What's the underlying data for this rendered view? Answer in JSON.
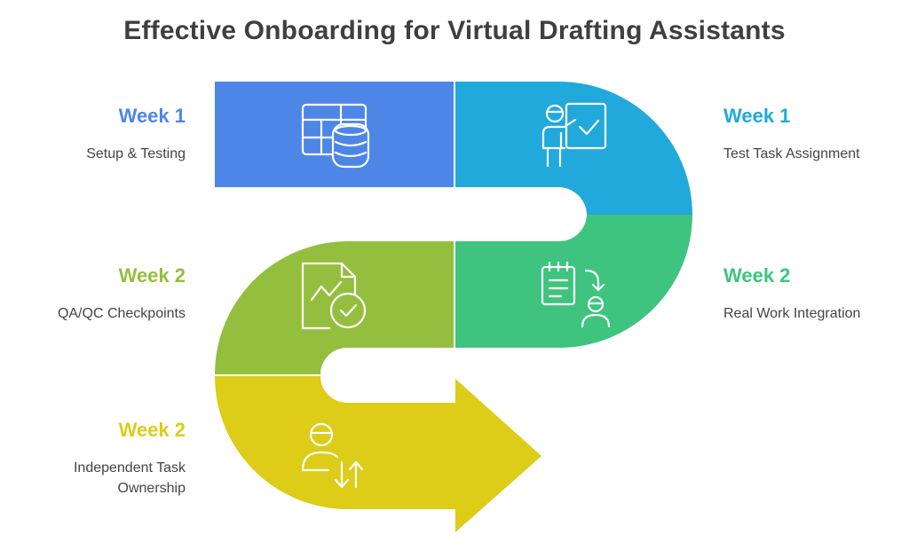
{
  "title": "Effective Onboarding for Virtual Drafting Assistants",
  "colors": {
    "step1": "#4d86e6",
    "step2": "#21a9db",
    "step3": "#3ec47e",
    "step4": "#94bf3e",
    "step5": "#ddcc18",
    "icon": "#ffffff"
  },
  "steps": [
    {
      "week": "Week 1",
      "desc": "Setup & Testing",
      "icon": "table-database-icon",
      "side": "left"
    },
    {
      "week": "Week 1",
      "desc": "Test Task Assignment",
      "icon": "teacher-whiteboard-check-icon",
      "side": "right"
    },
    {
      "week": "Week 2",
      "desc": "Real Work Integration",
      "icon": "clipboard-person-icon",
      "side": "right"
    },
    {
      "week": "Week 2",
      "desc": "QA/QC Checkpoints",
      "icon": "document-chart-check-icon",
      "side": "left"
    },
    {
      "week": "Week 2",
      "desc": "Independent Task Ownership",
      "icon": "person-arrows-icon",
      "side": "left"
    }
  ]
}
